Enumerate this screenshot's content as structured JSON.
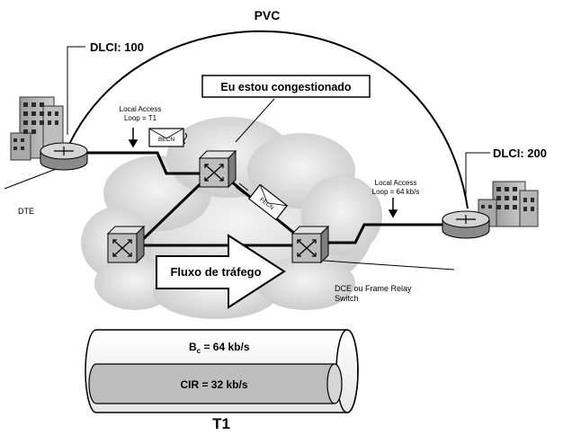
{
  "labels": {
    "pvc": "PVC",
    "dlci_left": "DLCI: 100",
    "dlci_right": "DLCI: 200",
    "congested": "Eu estou congestionado",
    "local_access_left_1": "Local Access",
    "local_access_left_2": "Loop = T1",
    "local_access_right_1": "Local Access",
    "local_access_right_2": "Loop = 64 kb/s",
    "becn": "BECN",
    "fecn": "FECN",
    "dte": "DTE",
    "traffic_flow": "Fluxo de tráfego",
    "dce_1": "DCE ou Frame Relay",
    "dce_2": "Switch",
    "bc_main": "B",
    "bc_sub": "c",
    "bc_value": " = 64 kb/s",
    "cir": "CIR = 32 kb/s",
    "t1": "T1"
  }
}
